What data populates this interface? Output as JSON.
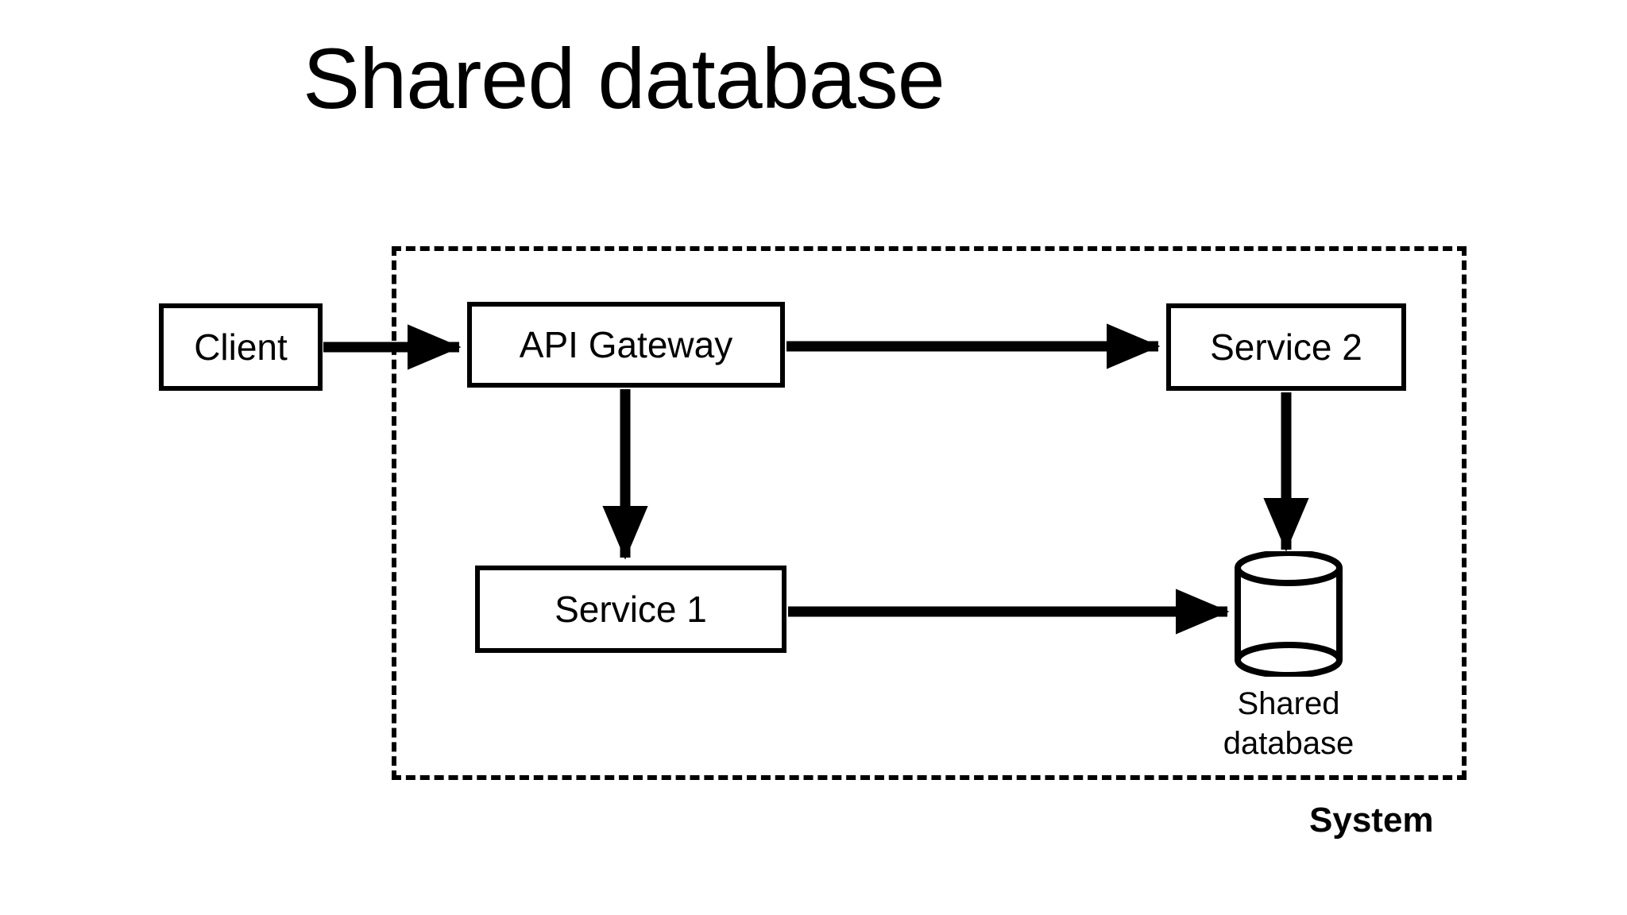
{
  "diagram": {
    "title": "Shared database",
    "background_color": "#ffffff",
    "stroke_color": "#000000",
    "boundary": {
      "label": "System",
      "style": "dashed"
    },
    "nodes": [
      {
        "id": "client",
        "label": "Client",
        "shape": "rectangle",
        "inside_system": false
      },
      {
        "id": "api_gateway",
        "label": "API Gateway",
        "shape": "rectangle",
        "inside_system": true
      },
      {
        "id": "service_2",
        "label": "Service 2",
        "shape": "rectangle",
        "inside_system": true
      },
      {
        "id": "service_1",
        "label": "Service 1",
        "shape": "rectangle",
        "inside_system": true
      },
      {
        "id": "shared_db",
        "label_line_1": "Shared",
        "label_line_2": "database",
        "shape": "cylinder",
        "inside_system": true
      }
    ],
    "edges": [
      {
        "from": "client",
        "to": "api_gateway",
        "direction": "right"
      },
      {
        "from": "api_gateway",
        "to": "service_2",
        "direction": "right"
      },
      {
        "from": "api_gateway",
        "to": "service_1",
        "direction": "down"
      },
      {
        "from": "service_2",
        "to": "shared_db",
        "direction": "down"
      },
      {
        "from": "service_1",
        "to": "shared_db",
        "direction": "right"
      }
    ]
  }
}
